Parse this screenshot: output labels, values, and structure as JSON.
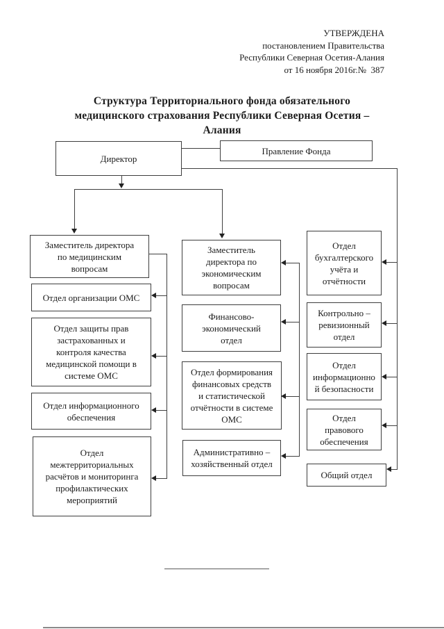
{
  "document": {
    "approval_block": {
      "lines": [
        "УТВЕРЖДЕНА",
        "постановлением Правительства",
        "Республики Северная Осетия-Алания",
        "от 16 ноября 2016г.№  387"
      ]
    },
    "title": "Структура Территориального фонда обязательного\nмедицинского страхования  Республики  Северная Осетия –\nАлания"
  },
  "org_chart": {
    "nodes": {
      "director": {
        "label": "Директор"
      },
      "board": {
        "label": "Правление Фонда"
      },
      "deputy_medical": {
        "label": "Заместитель директора\nпо медицинским\nвопросам"
      },
      "oms_organization": {
        "label": "Отдел организации ОМС"
      },
      "rights_protection": {
        "label": "Отдел защиты прав\nзастрахованных и\nконтроля качества\nмедицинской помощи  в\nсистеме ОМС"
      },
      "information_support": {
        "label": "Отдел информационного\nобеспечения"
      },
      "interterritorial": {
        "label": "Отдел\nмежтерриториальных\nрасчётов и мониторинга\nпрофилактических\nмероприятий"
      },
      "deputy_economic": {
        "label": "Заместитель\nдиректора по\nэкономическим\nвопросам"
      },
      "financial_economic": {
        "label": "Финансово-\nэкономический\nотдел"
      },
      "funds_formation": {
        "label": "Отдел формирования\nфинансовых средств\nи статистической\nотчётности в системе\nОМС"
      },
      "administrative": {
        "label": "Административно –\nхозяйственный отдел"
      },
      "accounting": {
        "label": "Отдел\nбухгалтерского\nучёта и\nотчётности"
      },
      "control_audit": {
        "label": "Контрольно –\nревизионный\nотдел"
      },
      "information_security": {
        "label": "Отдел\nинформационно\nй безопасности"
      },
      "legal": {
        "label": "Отдел\nправового\nобеспечения"
      },
      "general": {
        "label": "Общий отдел"
      }
    }
  },
  "colors": {
    "background": "#ffffff",
    "ink": "#1c1c1c",
    "line": "#3f3f3f"
  }
}
